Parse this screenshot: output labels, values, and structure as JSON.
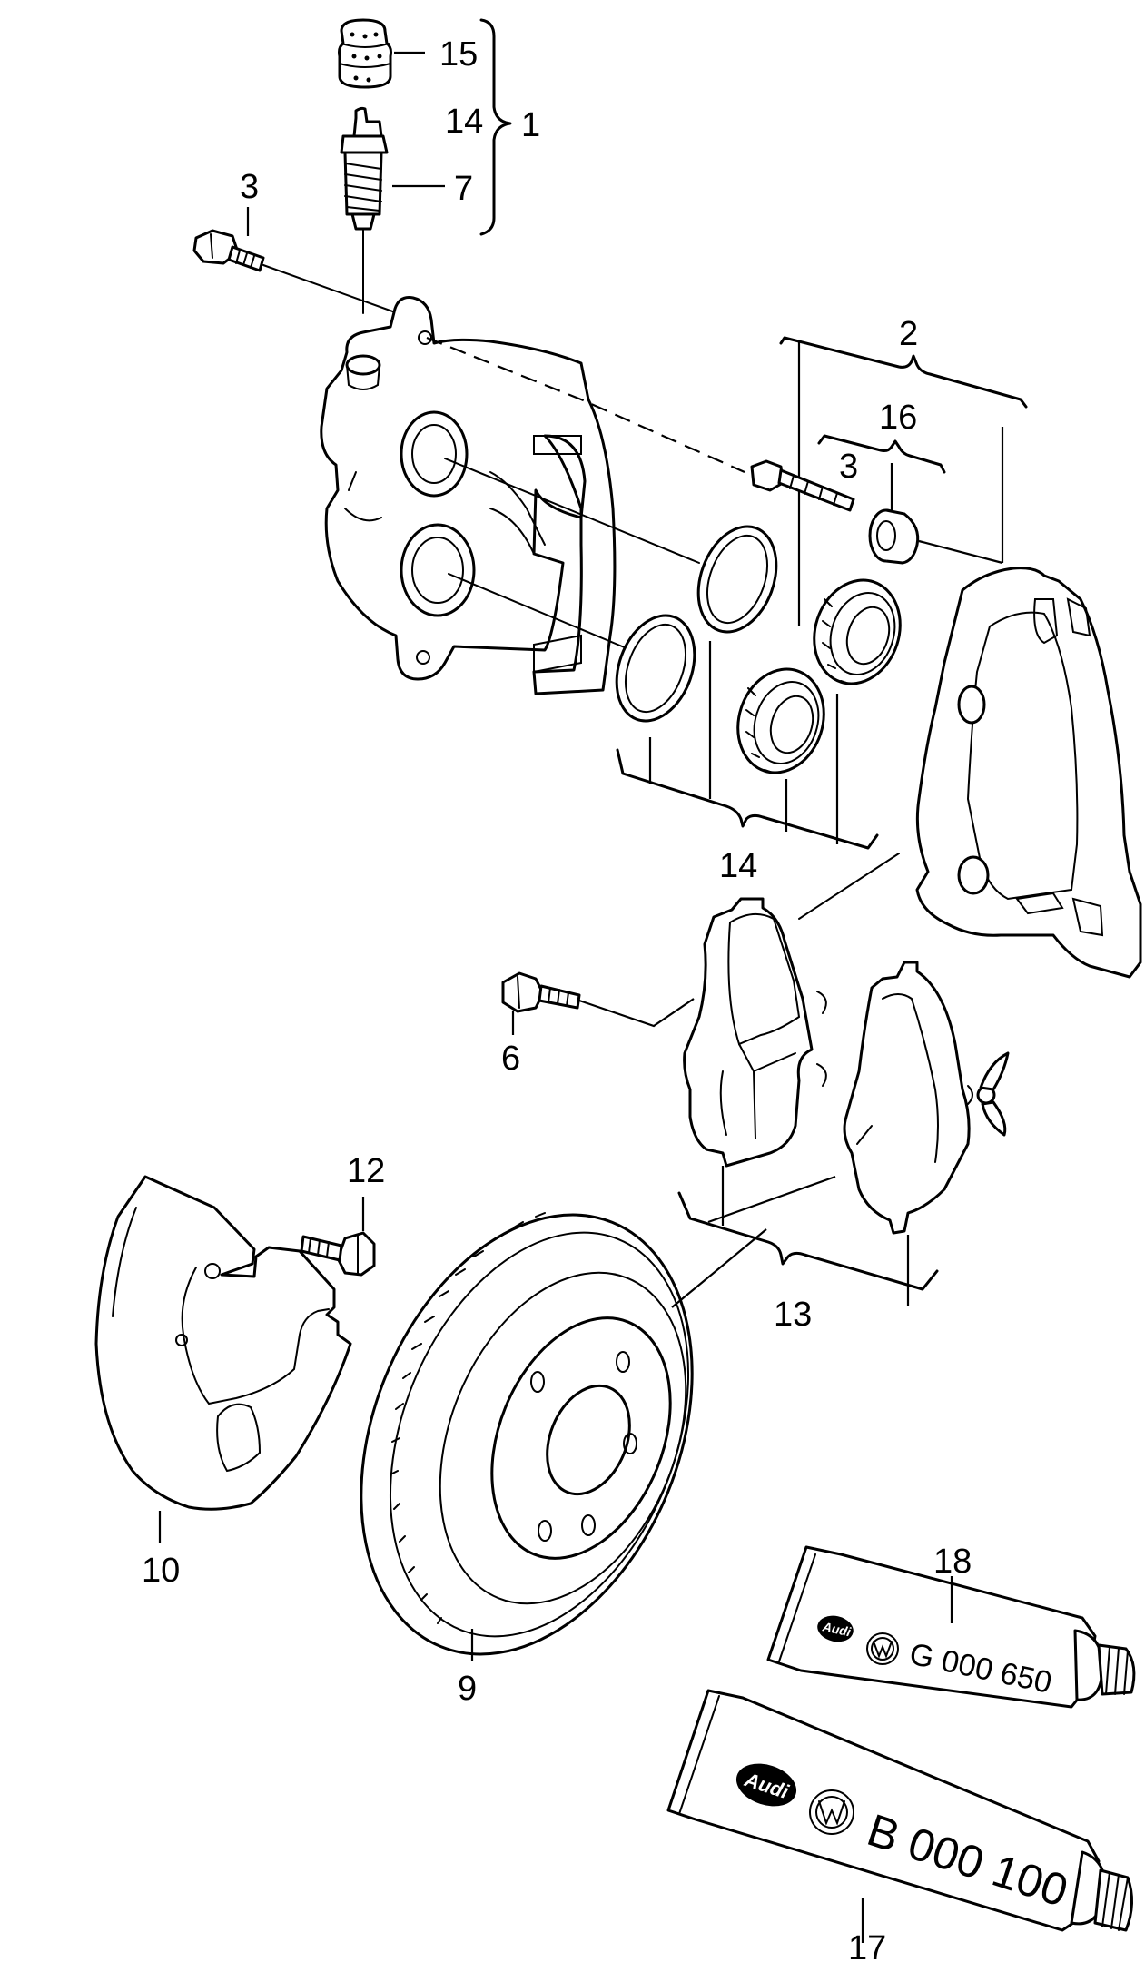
{
  "callouts": {
    "n1": "1",
    "n2": "2",
    "n3a": "3",
    "n3b": "3",
    "n6": "6",
    "n7": "7",
    "n9": "9",
    "n10": "10",
    "n12": "12",
    "n13": "13",
    "n14a": "14",
    "n14b": "14",
    "n15": "15",
    "n16": "16",
    "n17": "17",
    "n18": "18"
  },
  "tubes": {
    "small": {
      "brand": "Audi",
      "code": "G 000 650"
    },
    "large": {
      "brand": "Audi",
      "code": "B 000 100"
    }
  },
  "colors": {
    "ink": "#000000",
    "paper": "#ffffff"
  },
  "icons": [
    "vw-logo-icon",
    "audi-logo-icon"
  ]
}
